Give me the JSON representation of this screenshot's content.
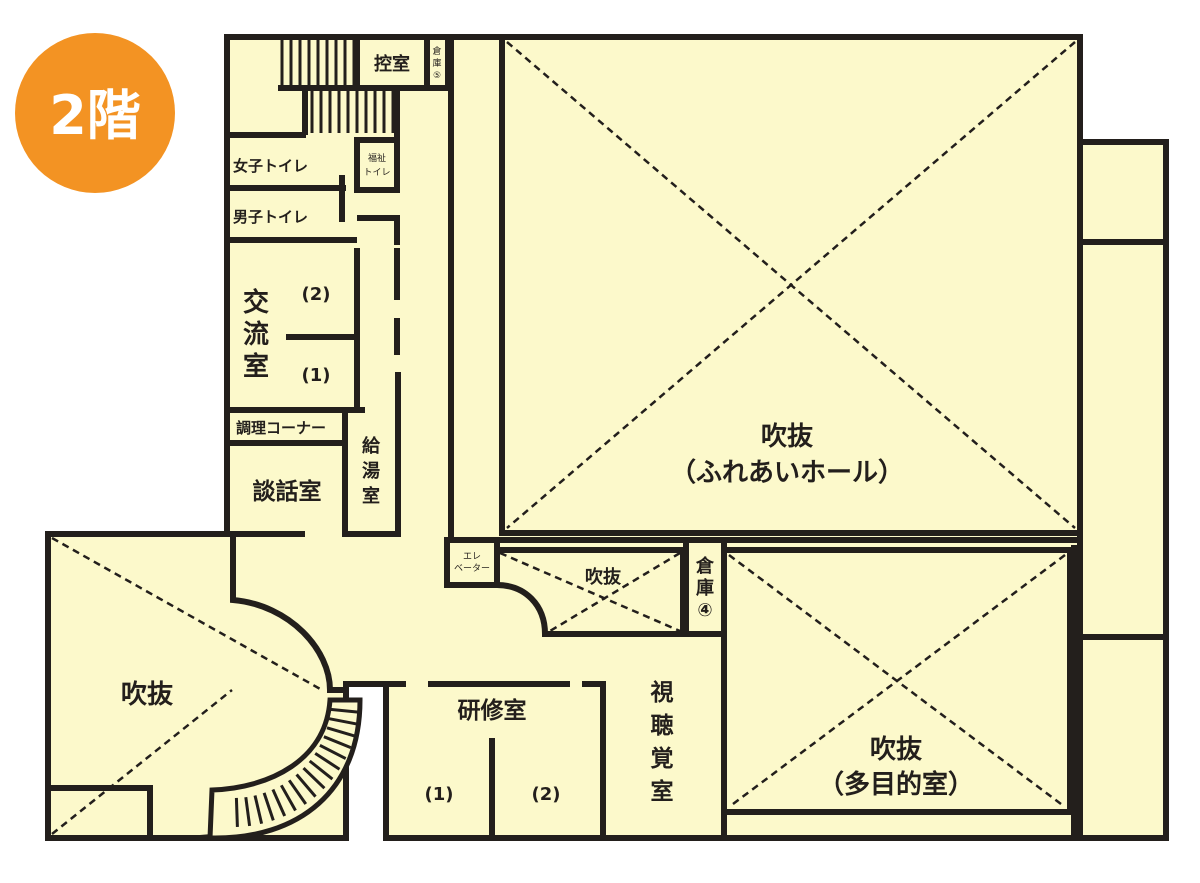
{
  "floor_badge": {
    "label": "2階",
    "color": "#f39323"
  },
  "colors": {
    "floor_fill": "#fcf9cb",
    "wall": "#231f1c"
  },
  "rooms": {
    "control_room": "控室",
    "storage5": [
      "倉",
      "庫",
      "⑤"
    ],
    "womens_toilet": "女子トイレ",
    "welfare_toilet": [
      "福祉",
      "トイレ"
    ],
    "mens_toilet": "男子トイレ",
    "exchange_room": [
      "交",
      "流",
      "室"
    ],
    "exchange_room_2": "(2)",
    "exchange_room_1": "(1)",
    "cooking_corner": "調理コーナー",
    "kitchenette": [
      "給",
      "湯",
      "室"
    ],
    "talk_room": "談話室",
    "elevator": [
      "エレ",
      "ベーター"
    ],
    "atrium_small": "吹抜",
    "storage4": [
      "倉",
      "庫",
      "④"
    ],
    "atrium_hall": [
      "吹抜",
      "（ふれあいホール）"
    ],
    "atrium_left": "吹抜",
    "training_room": "研修室",
    "training_room_1": "(1)",
    "training_room_2": "(2)",
    "av_room": [
      "視",
      "聴",
      "覚",
      "室"
    ],
    "atrium_multipurpose": [
      "吹抜",
      "（多目的室）"
    ]
  }
}
